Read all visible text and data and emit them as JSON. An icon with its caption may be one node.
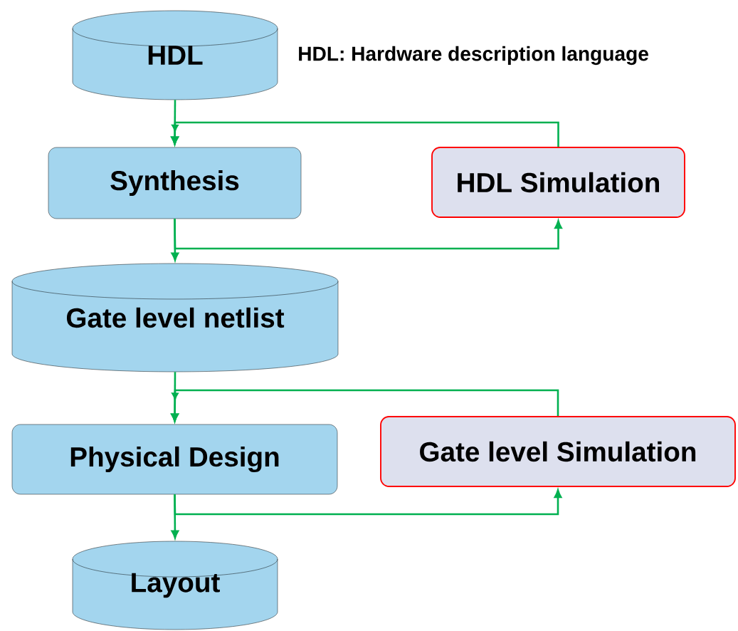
{
  "diagram": {
    "nodes": [
      {
        "text": [
          "HDL"
        ]
      },
      {
        "text": [
          "Synthesis"
        ]
      },
      {
        "text": [
          "HDL Simulation"
        ]
      },
      {
        "text": [
          "Gate level netlist"
        ]
      },
      {
        "text": [
          "Physical Design"
        ]
      },
      {
        "text": [
          "Gate level Simulation"
        ]
      },
      {
        "text": [
          "Layout"
        ]
      }
    ],
    "edges": [
      {
        "from": 0,
        "to": 1,
        "arrow": "to"
      },
      {
        "from": 2,
        "to": 1,
        "arrow": "to"
      },
      {
        "from": 1,
        "to": 3,
        "arrow": "to"
      },
      {
        "from": 1,
        "to": 2,
        "arrow": "to"
      },
      {
        "from": 3,
        "to": 4,
        "arrow": "to"
      },
      {
        "from": 5,
        "to": 4,
        "arrow": "to"
      },
      {
        "from": 4,
        "to": 6,
        "arrow": "to"
      },
      {
        "from": 4,
        "to": 5,
        "arrow": "to"
      }
    ],
    "labels": [
      "HDL: Hardware description language"
    ]
  }
}
